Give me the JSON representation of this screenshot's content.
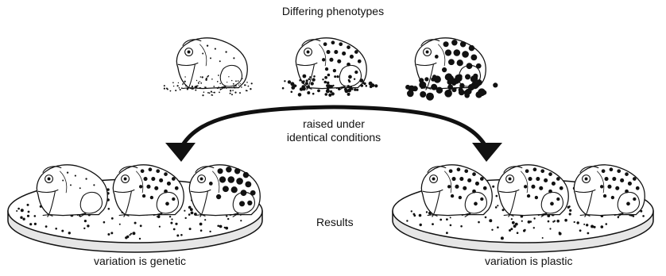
{
  "title": "Differing phenotypes",
  "arrow_label": {
    "line1": "raised under",
    "line2": "identical conditions"
  },
  "results_label": "Results",
  "left_outcome": "variation is genetic",
  "right_outcome": "variation is plastic",
  "colors": {
    "ink": "#111111",
    "plate_top": "#ffffff",
    "plate_side": "#e6e6e6"
  }
}
